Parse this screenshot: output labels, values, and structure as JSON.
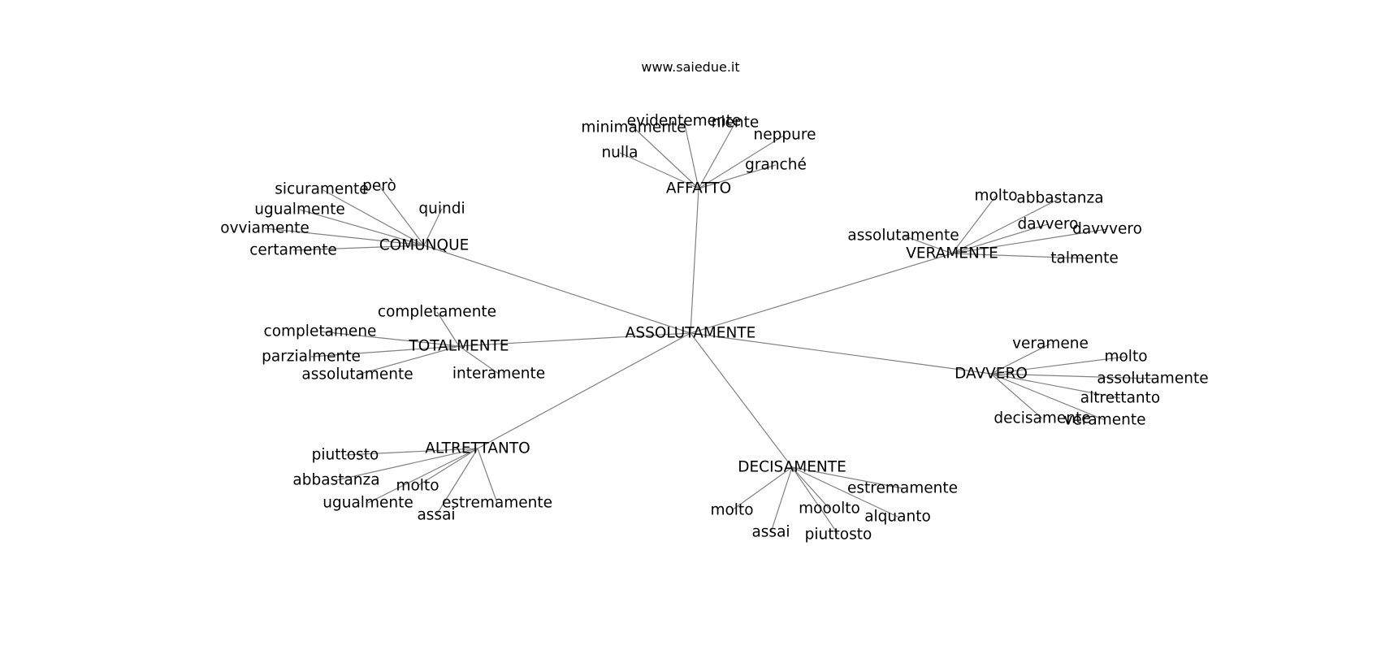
{
  "title": "www.saiedue.it",
  "edge_color": "#808080",
  "text_color": "#000000",
  "root": "ASSOLUTAMENTE",
  "hubs": [
    {
      "id": "affatto",
      "label": "AFFATTO",
      "leaves": [
        "nulla",
        "minimamente",
        "evidentemente",
        "niente",
        "neppure",
        "granché"
      ]
    },
    {
      "id": "comunque",
      "label": "COMUNQUE",
      "leaves": [
        "sicuramente",
        "però",
        "quindi",
        "ugualmente",
        "ovviamente",
        "certamente"
      ]
    },
    {
      "id": "veramente",
      "label": "VERAMENTE",
      "leaves": [
        "molto",
        "abbastanza",
        "assolutamente",
        "davvero",
        "davvvero",
        "talmente"
      ]
    },
    {
      "id": "totalmente",
      "label": "TOTALMENTE",
      "leaves": [
        "completamente",
        "completamene",
        "parzialmente",
        "assolutamente",
        "interamente"
      ]
    },
    {
      "id": "davvero",
      "label": "DAVVERO",
      "leaves": [
        "veramene",
        "molto",
        "assolutamente",
        "altrettanto",
        "decisamente",
        "veramente"
      ]
    },
    {
      "id": "altrettanto",
      "label": "ALTRETTANTO",
      "leaves": [
        "piuttosto",
        "abbastanza",
        "molto",
        "ugualmente",
        "assai",
        "estremamente"
      ]
    },
    {
      "id": "decisamente",
      "label": "DECISAMENTE",
      "leaves": [
        "estremamente",
        "molto",
        "assai",
        "mooolto",
        "piuttosto",
        "alquanto"
      ]
    }
  ]
}
